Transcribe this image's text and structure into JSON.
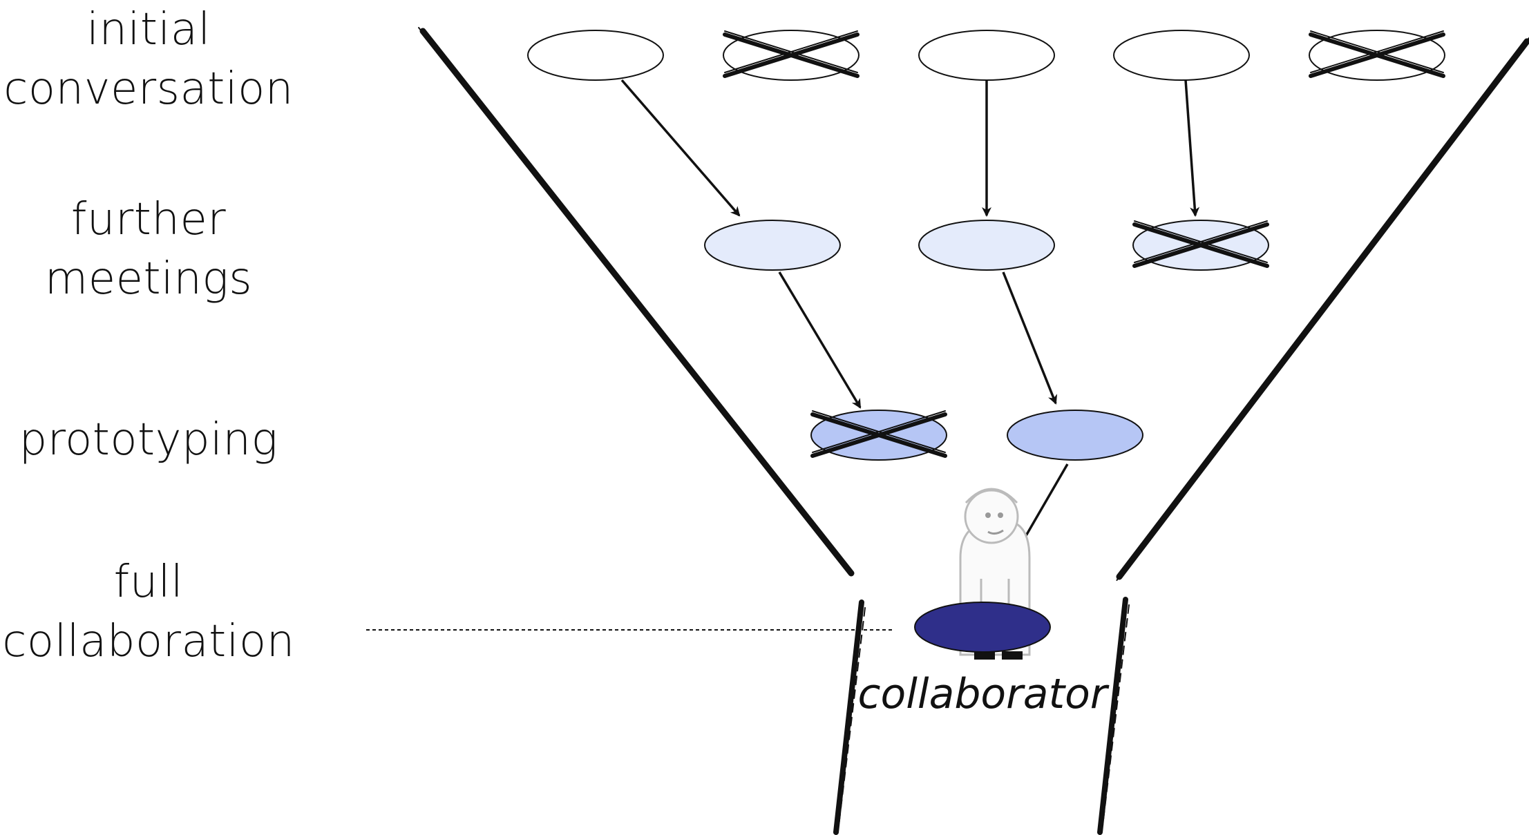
{
  "stages": [
    {
      "id": "initial",
      "line1": "initial",
      "line2": "conversation"
    },
    {
      "id": "further",
      "line1": "further",
      "line2": "meetings"
    },
    {
      "id": "prototyping",
      "line1": "prototyping",
      "line2": ""
    },
    {
      "id": "full",
      "line1": "full",
      "line2": "collaboration"
    }
  ],
  "collaborator_label": "collaborator",
  "colors": {
    "stage_initial": "#ffffff",
    "stage_further": "#e4ebfb",
    "stage_prototyping": "#b6c6f5",
    "stage_full": "#2f2f8a",
    "stroke": "#111111"
  },
  "nodes": {
    "initial": [
      {
        "id": "i1",
        "rejected": false
      },
      {
        "id": "i2",
        "rejected": true
      },
      {
        "id": "i3",
        "rejected": false
      },
      {
        "id": "i4",
        "rejected": false
      },
      {
        "id": "i5",
        "rejected": true
      }
    ],
    "further": [
      {
        "id": "f1",
        "rejected": false
      },
      {
        "id": "f2",
        "rejected": false
      },
      {
        "id": "f3",
        "rejected": true
      }
    ],
    "prototyping": [
      {
        "id": "p1",
        "rejected": true
      },
      {
        "id": "p2",
        "rejected": false
      }
    ],
    "full": [
      {
        "id": "c1",
        "rejected": false
      }
    ]
  },
  "edges": [
    {
      "from": "i1",
      "to": "f1"
    },
    {
      "from": "i3",
      "to": "f2"
    },
    {
      "from": "i4",
      "to": "f3"
    },
    {
      "from": "f1",
      "to": "p1"
    },
    {
      "from": "f2",
      "to": "p2"
    },
    {
      "from": "p2",
      "to": "c1"
    }
  ],
  "figure_icon": "person-figure-icon"
}
